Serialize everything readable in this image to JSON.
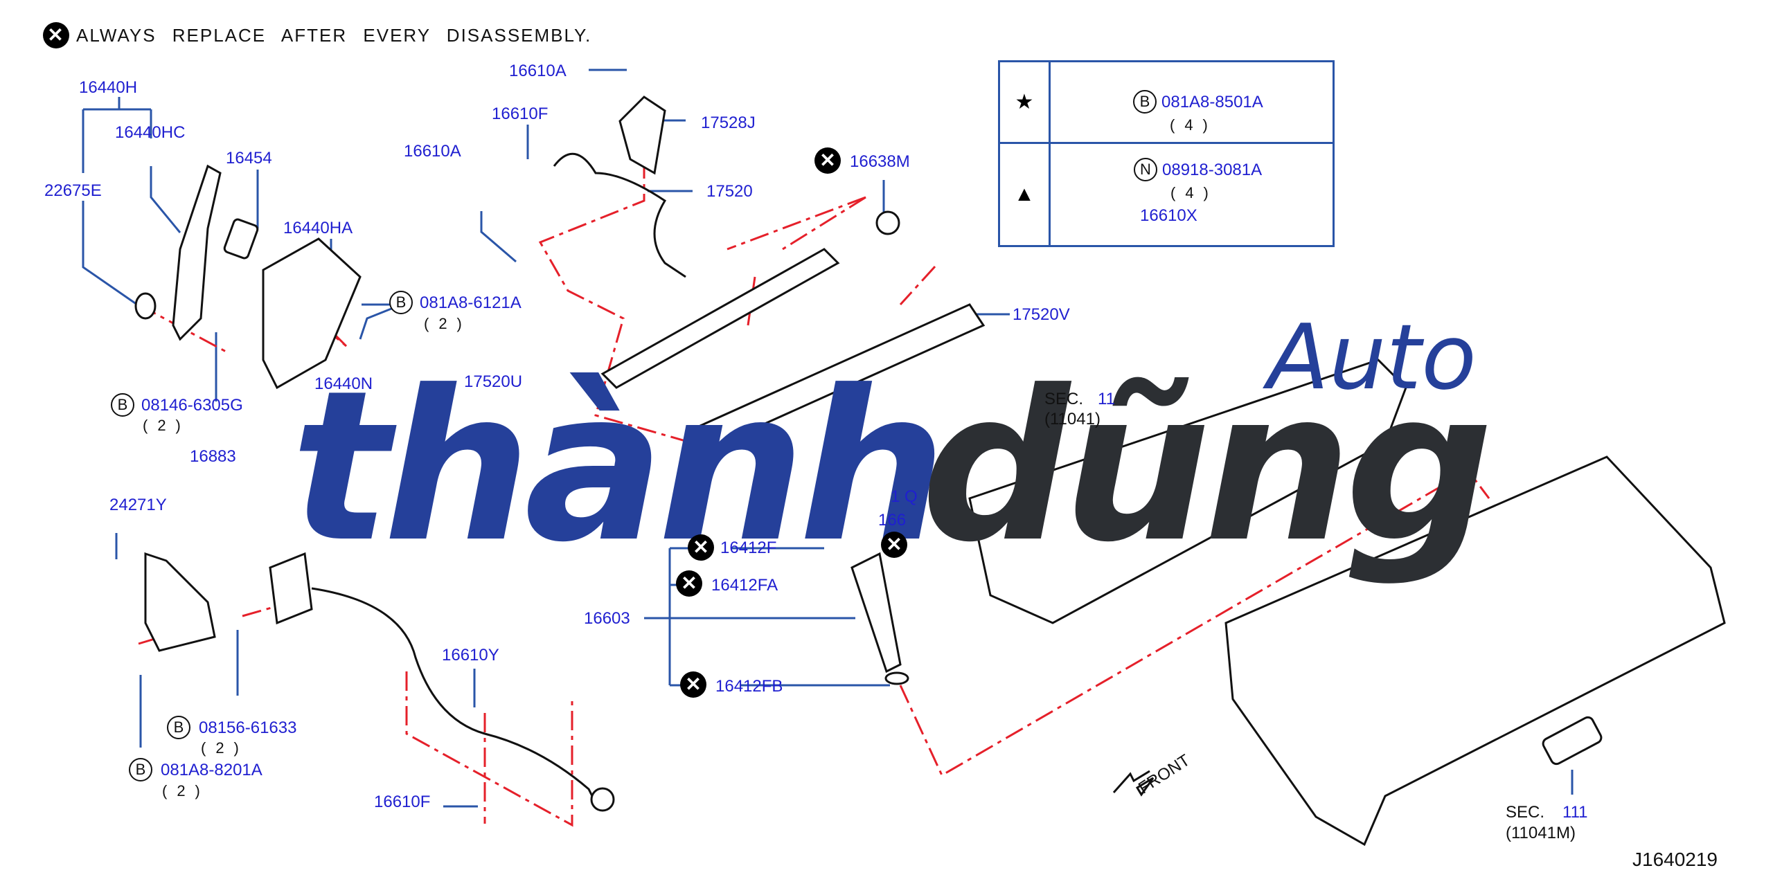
{
  "note": {
    "icon": "x-circle-icon",
    "text": "ALWAYS REPLACE AFTER EVERY DISASSEMBLY."
  },
  "legend": {
    "rows": [
      {
        "symbol": "★",
        "symbol_name": "star",
        "circle": "B",
        "part": "081A8-8501A",
        "qty": "(4)"
      },
      {
        "symbol": "▲",
        "symbol_name": "triangle",
        "circle": "N",
        "part": "08918-3081A",
        "qty": "(4)",
        "extra_part": "16610X"
      }
    ]
  },
  "labels": {
    "p16440H": "16440H",
    "p16440HC": "16440HC",
    "p22675E": "22675E",
    "p16454": "16454",
    "p16440HA": "16440HA",
    "p081A8_6121A": "081A8-6121A",
    "p08146_6305G": "08146-6305G",
    "p16440N": "16440N",
    "p17520U": "17520U",
    "p16883": "16883",
    "p24271Y": "24271Y",
    "p08156_61633": "08156-61633",
    "p081A8_8201A": "081A8-8201A",
    "p16610Y": "16610Y",
    "p16610F_bottom": "16610F",
    "p16610A_top": "16610A",
    "p16610F_top": "16610F",
    "p16610A_left": "16610A",
    "p17528J": "17528J",
    "p17520": "17520",
    "p16638M": "16638M",
    "p17520V": "17520V",
    "p16412F": "16412F",
    "p16412FA": "16412FA",
    "p16412FB": "16412FB",
    "p16603": "16603",
    "obscured_q": "1      Q",
    "obscured_166": "166"
  },
  "qty": {
    "two": "(2)"
  },
  "circles": {
    "B": "B",
    "N": "N"
  },
  "sections": {
    "upper": {
      "prefix": "SEC.",
      "num": "11",
      "ref": "(11041)"
    },
    "lower": {
      "prefix": "SEC.",
      "num": "111",
      "ref": "(11041M)"
    }
  },
  "front_label": "FRONT",
  "diagram_code": "J1640219",
  "watermark": {
    "word1": "thành",
    "word2": "dũng",
    "word3": "Auto",
    "colors": {
      "blue": "#25409a",
      "dark": "#2c2f33"
    }
  },
  "colors": {
    "label": "#1f1fd0",
    "leader": "#2a55a8",
    "dash": "#e5202a",
    "ink": "#111111"
  }
}
